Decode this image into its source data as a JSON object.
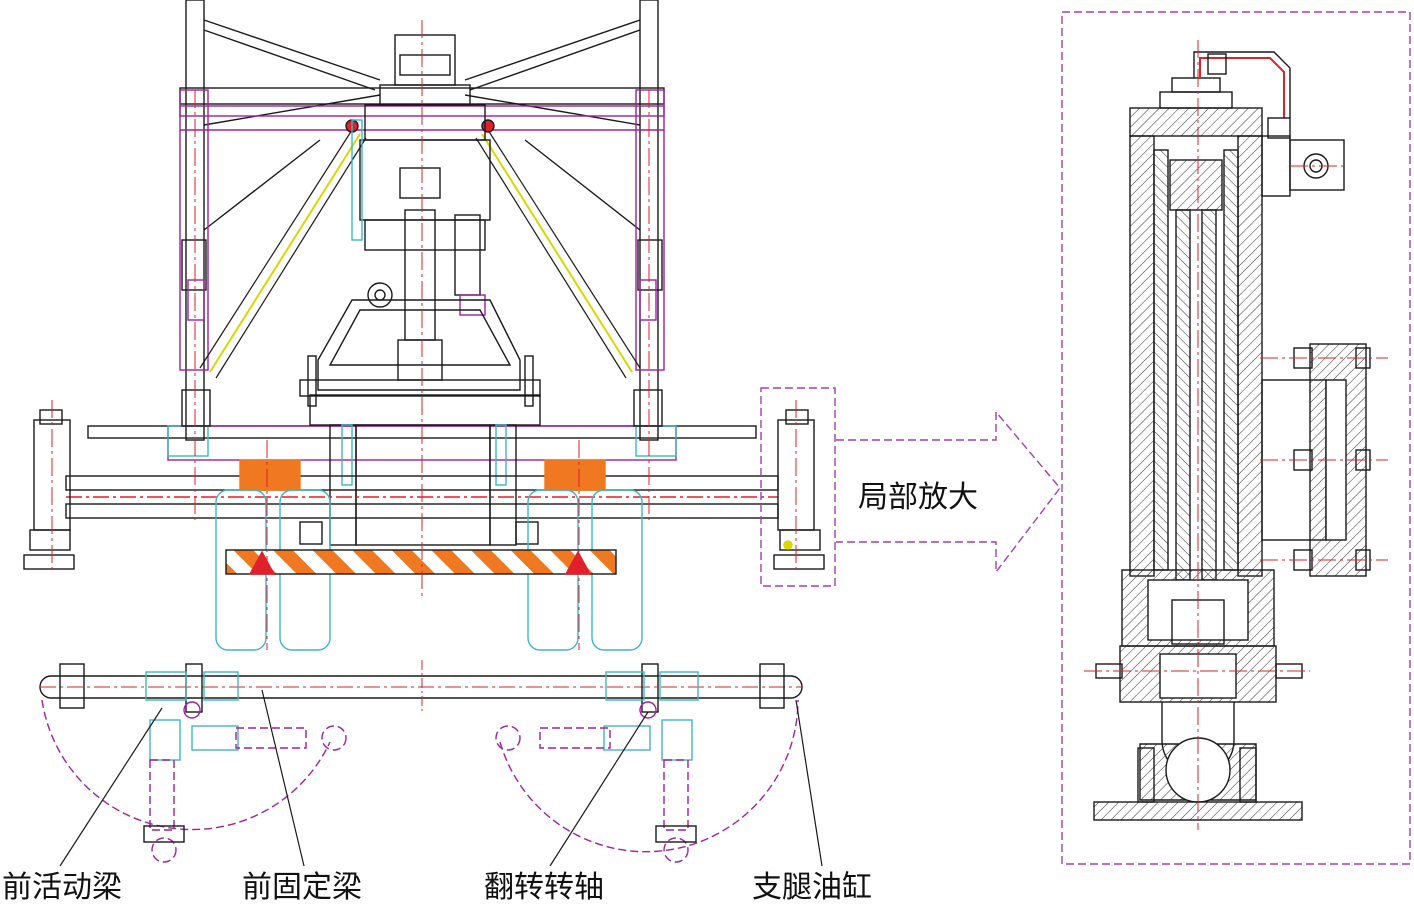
{
  "labels": {
    "front_movable_beam": "前活动梁",
    "front_fixed_beam": "前固定梁",
    "flip_rotation_shaft": "翻转转轴",
    "outrigger_cylinder": "支腿油缸",
    "partial_enlarged": "局部放大"
  },
  "colors": {
    "line": "#1a1a1a",
    "centerline": "#e0202a",
    "purple": "#a020a0",
    "cyan": "#3fb6c0",
    "orange": "#f07820",
    "yellow": "#d8d800",
    "dash_box": "#a040b0",
    "hatch": "#333333"
  }
}
